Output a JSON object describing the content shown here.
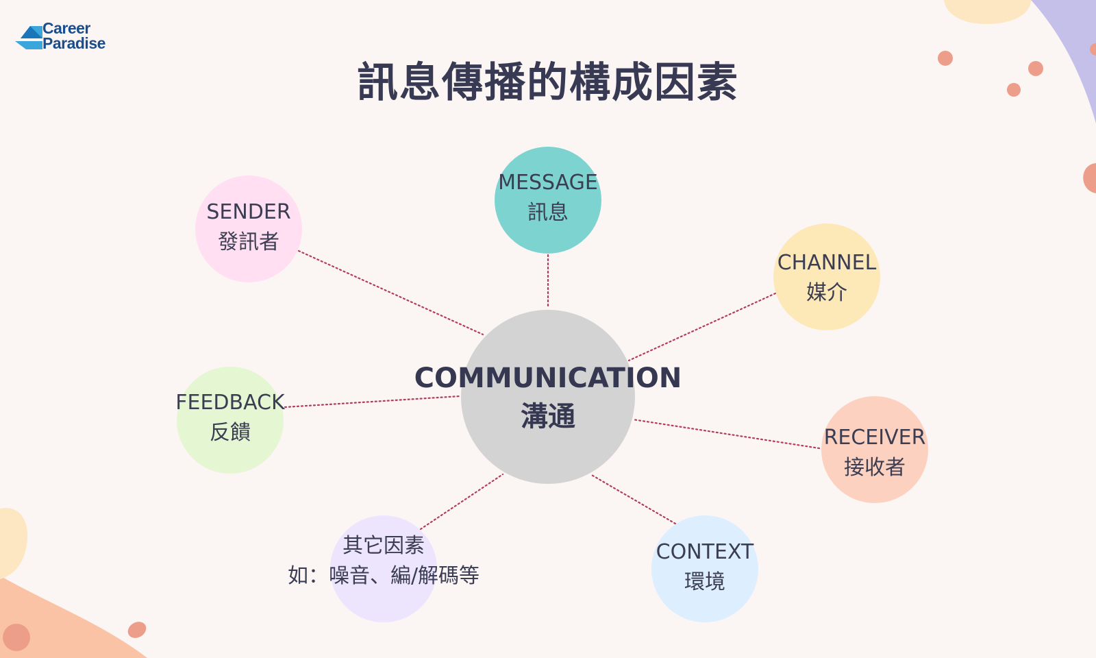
{
  "logo": {
    "line1": "Career",
    "line2": "Paradise"
  },
  "title": "訊息傳播的構成因素",
  "center": {
    "en": "COMMUNICATION",
    "zh": "溝通",
    "color": "#d3d3d3"
  },
  "nodes": {
    "message": {
      "en": "MESSAGE",
      "zh": "訊息",
      "color": "#7dd3d0"
    },
    "sender": {
      "en": "SENDER",
      "zh": "發訊者",
      "color": "#ffdff1"
    },
    "channel": {
      "en": "CHANNEL",
      "zh": "媒介",
      "color": "#fde9b8"
    },
    "feedback": {
      "en": "FEEDBACK",
      "zh": "反饋",
      "color": "#e4f6d2"
    },
    "receiver": {
      "en": "RECEIVER",
      "zh": "接收者",
      "color": "#fdd1c0"
    },
    "others": {
      "line1": "其它因素",
      "line2": "如：噪音、編/解碼等",
      "color": "#ece5fd"
    },
    "context": {
      "en": "CONTEXT",
      "zh": "環境",
      "color": "#ddeeff"
    }
  },
  "colors": {
    "background": "#fbf5f4",
    "connector": "#b53b5a",
    "title": "#373a52",
    "text": "#3b3d52"
  }
}
